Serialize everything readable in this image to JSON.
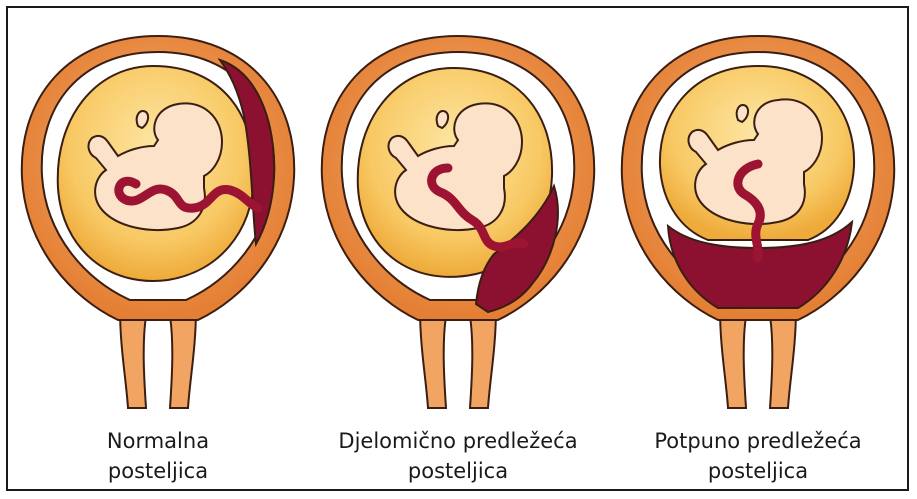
{
  "panels": [
    {
      "id": "normal",
      "caption_line1": "Normalna",
      "caption_line2": "posteljica",
      "placenta_position": "upper-right wall"
    },
    {
      "id": "partial",
      "caption_line1": "Djelomično predležeća",
      "caption_line2": "posteljica",
      "placenta_position": "lower-right, partially over cervix"
    },
    {
      "id": "complete",
      "caption_line1": "Potpuno predležeća",
      "caption_line2": "posteljica",
      "placenta_position": "bottom, fully over cervix"
    }
  ],
  "colors": {
    "uterus_outer": "#e2741f",
    "uterus_muscle": "#f2a463",
    "uterus_inner": "#f7b27a",
    "amniotic_fluid": "#f7c766",
    "fluid_highlight": "#fde6a3",
    "placenta": "#8c1130",
    "umbilical_cord": "#9d1433",
    "fetus_skin": "#fbe2c8",
    "outline": "#3a1e12",
    "frame_border": "#1a1a1a"
  }
}
